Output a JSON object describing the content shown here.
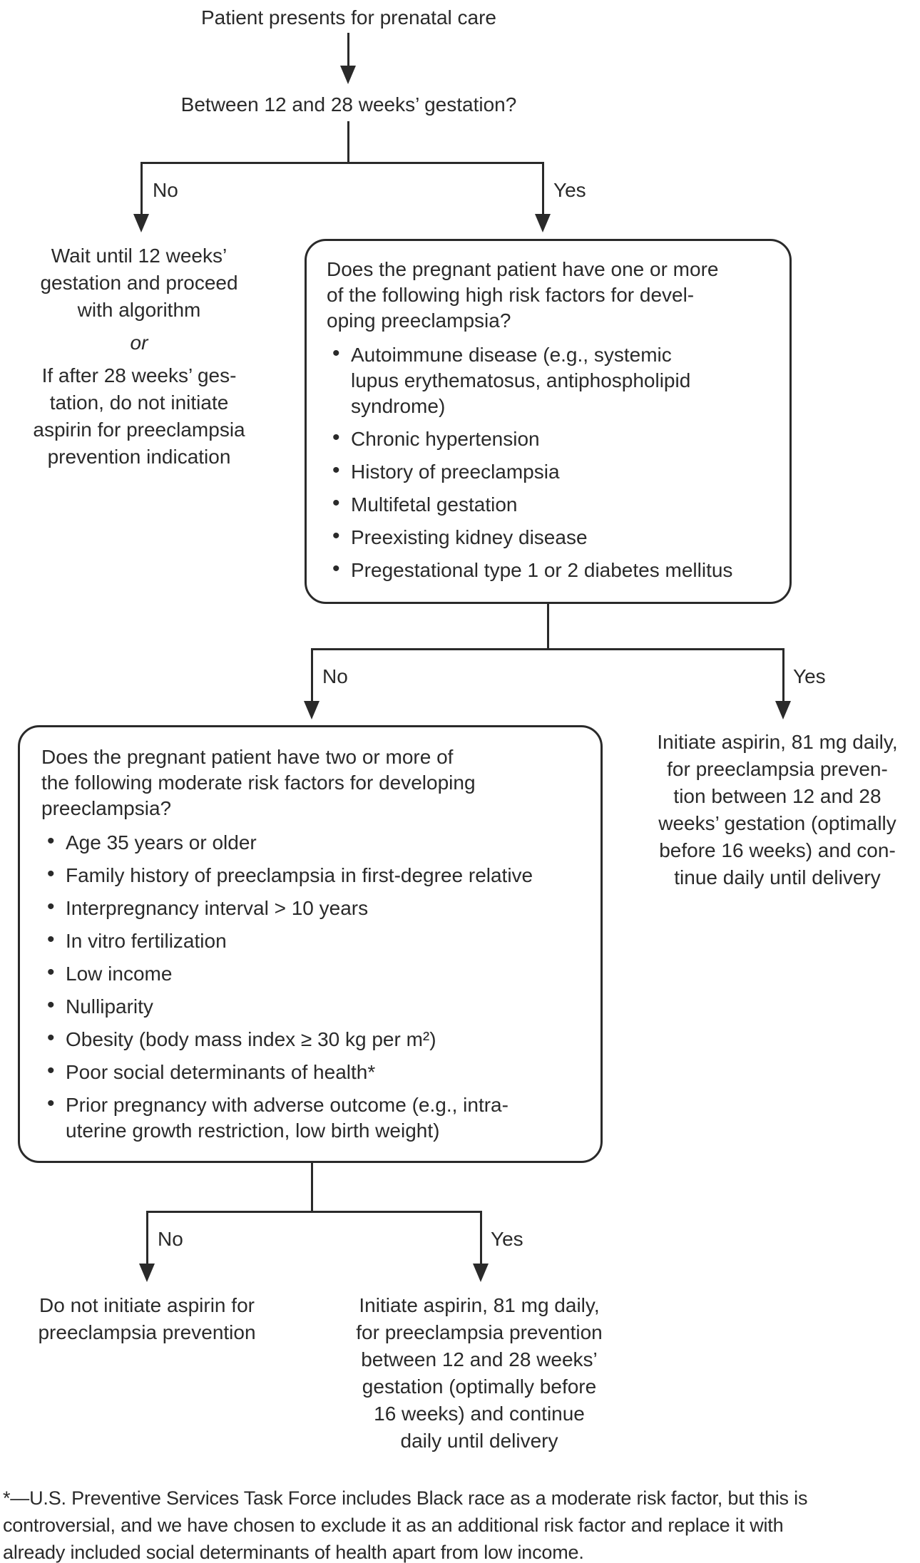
{
  "diagram": {
    "ink_color": "#2a2a2a",
    "start_node": "Patient presents for prenatal care",
    "question1": "Between 12 and 28 weeks’ gestation?",
    "labels": {
      "no": "No",
      "yes": "Yes"
    },
    "wait_node": {
      "para1": "Wait until 12 weeks’\ngestation and proceed\nwith algorithm",
      "or": "or",
      "para2": "If after 28 weeks’ ges-\ntation, do not initiate\naspirin for preeclampsia\nprevention indication"
    },
    "high_risk_box": {
      "question": "Does the pregnant patient have one or more\nof the following high risk factors for devel-\noping preeclampsia?",
      "items": [
        "Autoimmune disease (e.g., systemic\nlupus erythematosus, antiphospholipid\nsyndrome)",
        "Chronic hypertension",
        "History of preeclampsia",
        "Multifetal gestation",
        "Preexisting kidney disease",
        "Pregestational type 1 or 2 diabetes mellitus"
      ]
    },
    "moderate_risk_box": {
      "question": "Does the pregnant patient have two or more of\nthe following moderate risk factors for developing\npreeclampsia?",
      "items": [
        "Age 35 years or older",
        "Family history of preeclampsia in first-degree relative",
        "Interpregnancy interval > 10 years",
        "In vitro fertilization",
        "Low income",
        "Nulliparity",
        "Obesity (body mass index ≥ 30 kg per m²)",
        "Poor social determinants of health*",
        "Prior pregnancy with adverse outcome (e.g., intra-\nuterine growth restriction, low birth weight)"
      ]
    },
    "initiate_node_right": "Initiate aspirin, 81 mg daily,\nfor preeclampsia preven-\ntion between 12 and 28\nweeks’ gestation (optimally\nbefore 16 weeks) and con-\ntinue daily until delivery",
    "no_initiate_node": "Do not initiate aspirin for\npreeclampsia prevention",
    "initiate_node_bottom": "Initiate aspirin, 81 mg daily,\nfor preeclampsia prevention\nbetween 12 and 28 weeks’\ngestation (optimally before\n16 weeks) and continue\ndaily until delivery",
    "footnote": "*—U.S. Preventive Services Task Force includes Black race as a moderate risk factor, but this is\ncontroversial, and we have chosen to exclude it as an additional risk factor and replace it with\nalready included social determinants of health apart from low income."
  }
}
